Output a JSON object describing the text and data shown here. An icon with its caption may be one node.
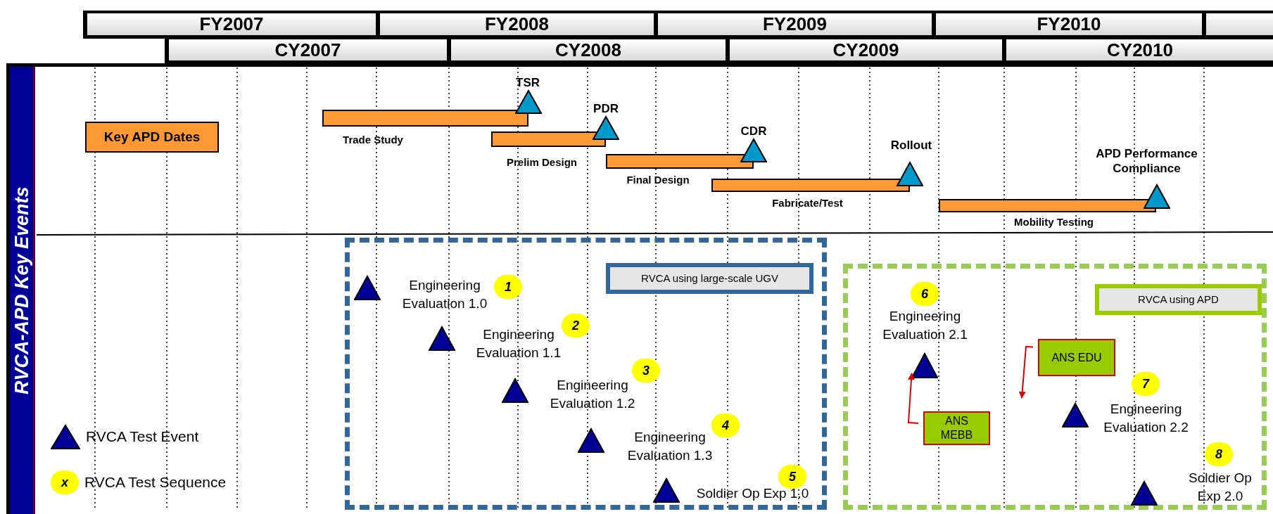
{
  "diagram": {
    "nodes": [
      {
        "text": [
          "Key APD Dates"
        ]
      },
      {
        "text": [],
        "shape": "bar",
        "beside": [
          "Trade Study"
        ]
      },
      {
        "text": [],
        "shape": "triangle",
        "beside": [
          "TSR"
        ]
      },
      {
        "text": [],
        "shape": "bar",
        "beside": [
          "Prelim Design"
        ]
      },
      {
        "text": [],
        "shape": "triangle",
        "beside": [
          "PDR"
        ]
      },
      {
        "text": [],
        "shape": "bar",
        "beside": [
          "Final Design"
        ]
      },
      {
        "text": [],
        "shape": "triangle",
        "beside": [
          "CDR"
        ]
      },
      {
        "text": [],
        "shape": "bar",
        "beside": [
          "Fabricate/Test"
        ]
      },
      {
        "text": [],
        "shape": "triangle",
        "beside": [
          "Rollout"
        ]
      },
      {
        "text": [],
        "shape": "bar",
        "beside": [
          "Mobility Testing"
        ]
      },
      {
        "text": [],
        "shape": "triangle",
        "beside": [
          "APD Performance Compliance"
        ]
      },
      {
        "text": [],
        "shape": "box"
      },
      {
        "text": [
          "RVCA using large-scale UGV"
        ],
        "in": 11
      },
      {
        "text": [],
        "shape": "triangle",
        "in": 11
      },
      {
        "text": [
          "1"
        ],
        "beside": [
          "Engineering Evaluation 1.0"
        ],
        "in": 11
      },
      {
        "text": [],
        "shape": "triangle",
        "in": 11
      },
      {
        "text": [
          "2"
        ],
        "beside": [
          "Engineering Evaluation 1.1"
        ],
        "in": 11
      },
      {
        "text": [],
        "shape": "triangle",
        "in": 11
      },
      {
        "text": [
          "3"
        ],
        "beside": [
          "Engineering Evaluation 1.2"
        ],
        "in": 11
      },
      {
        "text": [],
        "shape": "triangle",
        "in": 11
      },
      {
        "text": [
          "4"
        ],
        "beside": [
          "Engineering Evaluation 1.3"
        ],
        "in": 11
      },
      {
        "text": [],
        "shape": "triangle",
        "in": 11
      },
      {
        "text": [
          "5"
        ],
        "beside": [
          "Soldier Op Exp 1.0"
        ],
        "in": 11
      },
      {
        "text": [],
        "shape": "box"
      },
      {
        "text": [
          "RVCA using APD"
        ],
        "in": 23
      },
      {
        "text": [
          "6"
        ],
        "beside": [
          "Engineering Evaluation 2.1"
        ],
        "in": 23
      },
      {
        "text": [],
        "shape": "triangle",
        "in": 23
      },
      {
        "text": [
          "ANS EDU"
        ],
        "in": 23
      },
      {
        "text": [
          "ANS MEBB"
        ],
        "in": 23
      },
      {
        "text": [
          "7"
        ],
        "beside": [
          "Engineering Evaluation 2.2"
        ],
        "in": 23
      },
      {
        "text": [],
        "shape": "triangle",
        "in": 23
      },
      {
        "text": [
          "8"
        ],
        "beside": [
          "Soldier Op Exp 2.0"
        ],
        "in": 23
      },
      {
        "text": [],
        "shape": "triangle",
        "in": 23
      }
    ],
    "edges": [
      {
        "from": 28,
        "to": 26,
        "arrow": "to"
      },
      {
        "from": 27,
        "to": null,
        "arrow": "to"
      }
    ],
    "labels": [
      "FY2007",
      "FY2008",
      "FY2009",
      "FY2010",
      "CY2007",
      "CY2008",
      "CY2009",
      "CY2010",
      "RVCA-APD Key Events",
      "x"
    ],
    "legend": [
      {
        "text": "RVCA Test Event"
      },
      {
        "text": "RVCA Test Sequence"
      }
    ]
  }
}
